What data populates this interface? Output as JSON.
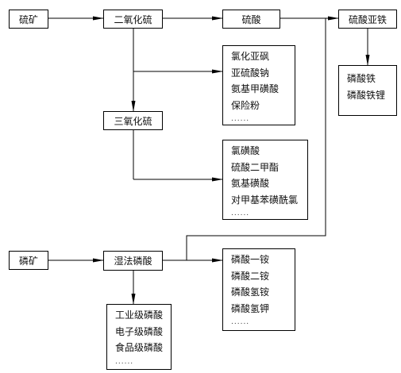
{
  "nodes": {
    "sulfur_ore": "硫矿",
    "sulfur_dioxide": "二氧化硫",
    "sulfuric_acid": "硫酸",
    "ferrous_sulfate": "硫酸亚铁",
    "sulfur_trioxide": "三氧化硫",
    "phosphate_ore": "磷矿",
    "wet_phosphoric_acid": "湿法磷酸"
  },
  "lists": {
    "so2_products": [
      "氯化亚砜",
      "亚硫酸钠",
      "氨基甲磺酸",
      "保险粉",
      "......"
    ],
    "iron_products": [
      "磷酸铁",
      "磷酸铁锂"
    ],
    "so3_products": [
      "氯磺酸",
      "硫酸二甲酯",
      "氨基磺酸",
      "对甲基苯磺酰氯",
      "......"
    ],
    "phosphate_products": [
      "磷酸一铵",
      "磷酸二铵",
      "磷酸氢铵",
      "磷酸氢钾",
      "......"
    ],
    "acid_grades": [
      "工业级磷酸",
      "电子级磷酸",
      "食品级磷酸",
      "......"
    ]
  }
}
